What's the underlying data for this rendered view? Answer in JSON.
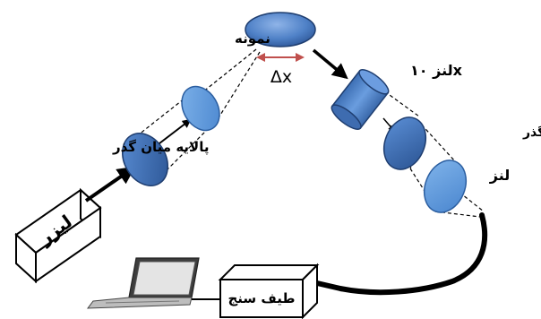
{
  "labels": {
    "sample": "نمونه",
    "delta_x": "Δx",
    "objective": "لنز ۱۰x",
    "filter_pass": "پالایه میان گذر",
    "filter_notch": "پالایه میان نگذر",
    "lens": "لنز",
    "laser": "لیزر",
    "spectrometer": "طیف سنج"
  },
  "colors": {
    "optic_fill": "#4a7dc4",
    "optic_stroke": "#1f3e70",
    "lens_light": "#5b9bd5",
    "delta_arrow": "#c0504d",
    "beam": "#000000"
  }
}
